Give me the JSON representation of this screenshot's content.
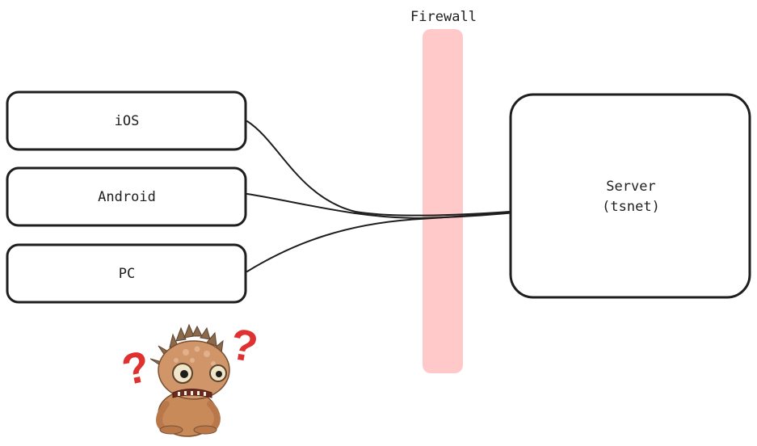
{
  "firewall": {
    "label": "Firewall",
    "color": "#ffc9c9"
  },
  "clients": [
    {
      "id": "ios",
      "label": "iOS"
    },
    {
      "id": "android",
      "label": "Android"
    },
    {
      "id": "pc",
      "label": "PC"
    }
  ],
  "server": {
    "label_line1": "Server",
    "label_line2": "(tsnet)"
  },
  "mascot": {
    "icon": "confused-lizard-icon",
    "question_mark": "?",
    "accent_color": "#e03131"
  },
  "colors": {
    "stroke": "#1e1e1e",
    "background": "#ffffff"
  }
}
